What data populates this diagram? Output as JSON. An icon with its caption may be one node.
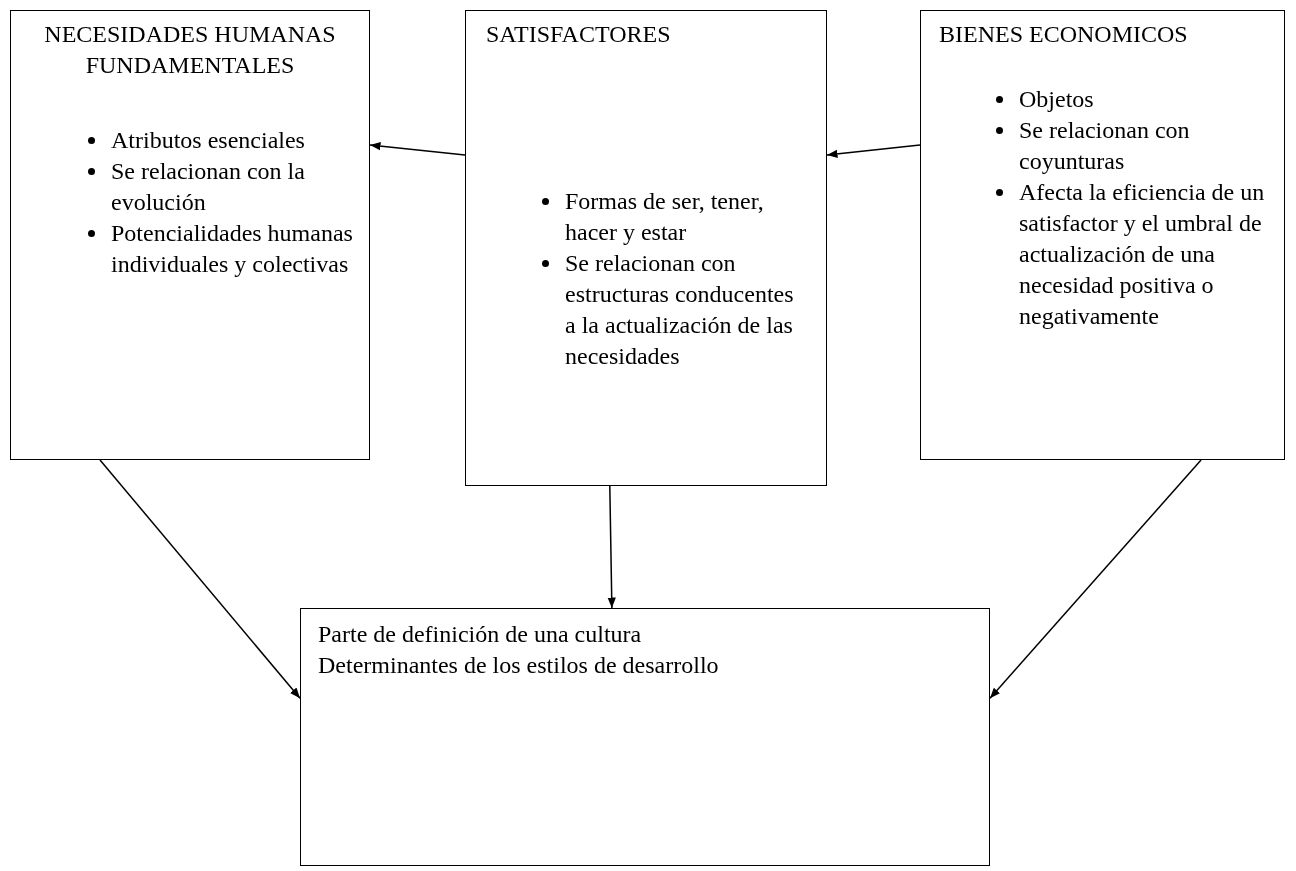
{
  "diagram": {
    "nodes": [
      {
        "text": [
          "NECESIDADES HUMANAS FUNDAMENTALES",
          "Atributos esenciales",
          "Se relacionan con la evolución",
          "Potencialidades humanas individuales y colectivas"
        ]
      },
      {
        "text": [
          "SATISFACTORES",
          "Formas de ser, tener, hacer y estar",
          "Se relacionan con estructuras conducentes a la actualización de las necesidades"
        ]
      },
      {
        "text": [
          "BIENES ECONOMICOS",
          "Objetos",
          "Se relacionan con coyunturas",
          "Afecta la eficiencia de un satisfactor y el umbral de actualización de una necesidad positiva o negativamente"
        ]
      },
      {
        "text": [
          "Parte de definición de una cultura",
          "Determinantes de los estilos de desarrollo"
        ]
      }
    ],
    "edges": [
      {
        "from": 1,
        "to": 0,
        "arrow": "to"
      },
      {
        "from": 2,
        "to": 1,
        "arrow": "to"
      },
      {
        "from": 0,
        "to": 3,
        "arrow": "to"
      },
      {
        "from": 1,
        "to": 3,
        "arrow": "to"
      },
      {
        "from": 2,
        "to": 3,
        "arrow": "to"
      }
    ]
  }
}
